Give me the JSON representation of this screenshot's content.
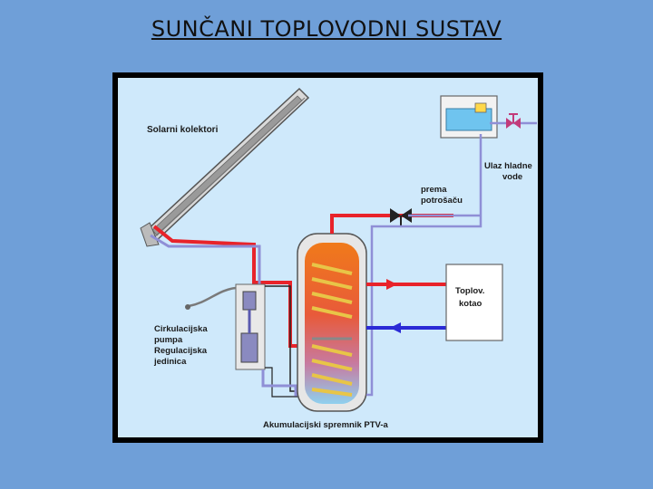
{
  "slide": {
    "title": "SUNČANI TOPLOVODNI SUSTAV"
  },
  "diagram": {
    "labels": {
      "collectors": "Solarni kolektori",
      "to_consumer_1": "prema",
      "to_consumer_2": "potrošaču",
      "cold_water_1": "Ulaz hladne",
      "cold_water_2": "vode",
      "boiler_1": "Toplov.",
      "boiler_2": "kotao",
      "pump_1": "Cirkulacijska",
      "pump_2": "pumpa",
      "regulator_1": "Regulacijska",
      "regulator_2": "jedinica",
      "tank": "Akumulacijski spremnik PTV-a"
    },
    "colors": {
      "background": "#cfe9fb",
      "hot_pipe": "#e8232a",
      "cold_pipe": "#2a2ad6",
      "return_pipe": "#8f8fd6",
      "tank_top": "#f08a2c",
      "tank_bottom": "#9ad3ee",
      "coil": "#e8c547"
    }
  }
}
